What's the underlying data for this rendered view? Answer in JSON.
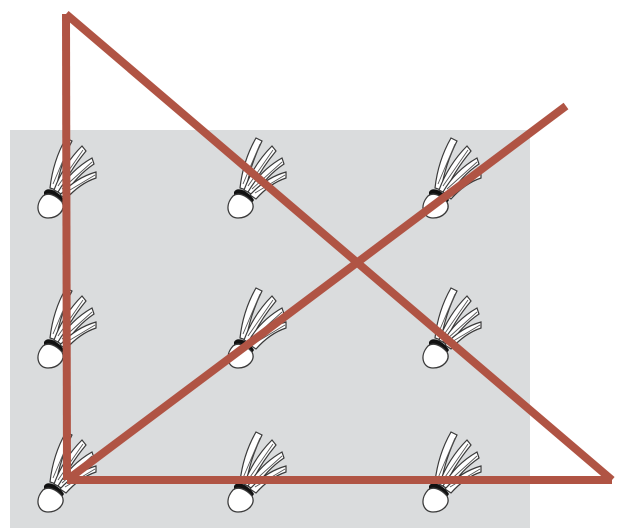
{
  "figure": {
    "background_color": "#ffffff",
    "panel_color": "#dadcdd",
    "line_color": "#b05444",
    "shuttle_body_color": "#ffffff",
    "shuttle_outline_color": "#3a3a3a",
    "shuttle_band_color": "#111111",
    "grid": {
      "rows": 3,
      "columns": 3
    },
    "shuttlecocks": [
      {
        "row": 1,
        "column": 1,
        "icon": "shuttlecock-icon"
      },
      {
        "row": 1,
        "column": 2,
        "icon": "shuttlecock-icon"
      },
      {
        "row": 1,
        "column": 3,
        "icon": "shuttlecock-icon"
      },
      {
        "row": 2,
        "column": 1,
        "icon": "shuttlecock-icon"
      },
      {
        "row": 2,
        "column": 2,
        "icon": "shuttlecock-icon"
      },
      {
        "row": 2,
        "column": 3,
        "icon": "shuttlecock-icon"
      },
      {
        "row": 3,
        "column": 1,
        "icon": "shuttlecock-icon"
      },
      {
        "row": 3,
        "column": 2,
        "icon": "shuttlecock-icon"
      },
      {
        "row": 3,
        "column": 3,
        "icon": "shuttlecock-icon"
      }
    ],
    "line_segments": 4
  }
}
